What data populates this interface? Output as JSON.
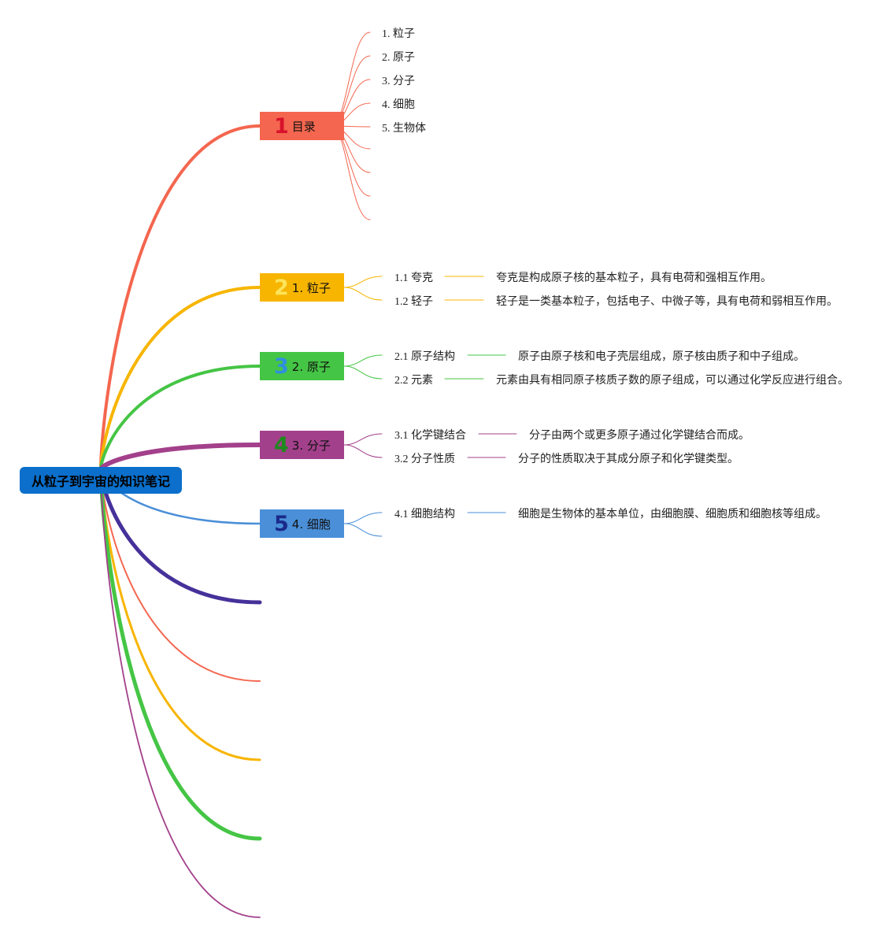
{
  "root": {
    "title": "从粒子到宇宙的知识笔记",
    "color": "#0b6fcb"
  },
  "branches": [
    {
      "badge": "1",
      "label": "目录",
      "color": "#f4664f",
      "badge_color": "#d8112c",
      "children": [
        {
          "label": "1. 粒子"
        },
        {
          "label": "2. 原子"
        },
        {
          "label": "3. 分子"
        },
        {
          "label": "4. 细胞"
        },
        {
          "label": "5. 生物体"
        }
      ]
    },
    {
      "badge": "2",
      "label": "1. 粒子",
      "color": "#f7b500",
      "badge_color": "#fde45a",
      "children": [
        {
          "label": "1.1 夸克",
          "detail": "夸克是构成原子核的基本粒子，具有电荷和强相互作用。"
        },
        {
          "label": "1.2 轻子",
          "detail": "轻子是一类基本粒子，包括电子、中微子等，具有电荷和弱相互作用。"
        }
      ]
    },
    {
      "badge": "3",
      "label": "2. 原子",
      "color": "#45c545",
      "badge_color": "#2f8fe0",
      "children": [
        {
          "label": "2.1 原子结构",
          "detail": "原子由原子核和电子壳层组成，原子核由质子和中子组成。"
        },
        {
          "label": "2.2 元素",
          "detail": "元素由具有相同原子核质子数的原子组成，可以通过化学反应进行组合。"
        }
      ]
    },
    {
      "badge": "4",
      "label": "3. 分子",
      "color": "#a3408b",
      "badge_color": "#1e8a1e",
      "children": [
        {
          "label": "3.1 化学键结合",
          "detail": "分子由两个或更多原子通过化学键结合而成。"
        },
        {
          "label": "3.2 分子性质",
          "detail": "分子的性质取决于其成分原子和化学键类型。"
        }
      ]
    },
    {
      "badge": "5",
      "label": "4. 细胞",
      "color": "#4a8fd8",
      "badge_color": "#1a2a8a",
      "children": [
        {
          "label": "4.1 细胞结构",
          "detail": "细胞是生物体的基本单位，由细胞膜、细胞质和细胞核等组成。"
        }
      ]
    }
  ],
  "extra_branch_colors": [
    "#46319a",
    "#f4664f",
    "#f7b500",
    "#45c545",
    "#a3408b"
  ]
}
